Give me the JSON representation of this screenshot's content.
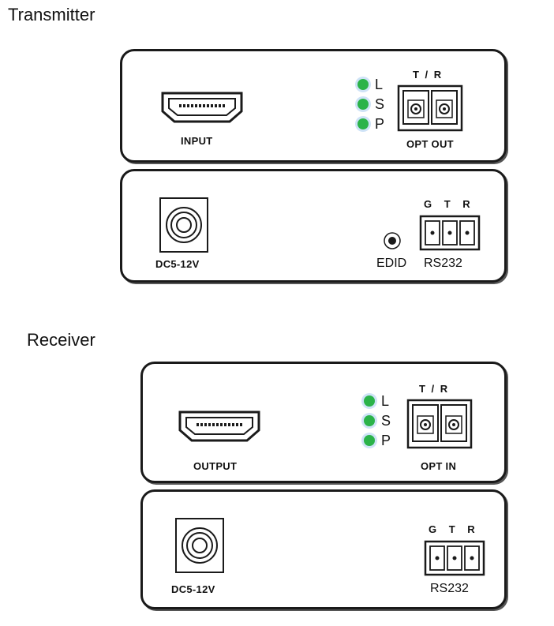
{
  "transmitter": {
    "title": "Transmitter",
    "front": {
      "hdmi_label": "INPUT",
      "leds": [
        "L",
        "S",
        "P"
      ],
      "fiber_top_label": "T / R",
      "fiber_label": "OPT OUT"
    },
    "rear": {
      "power_label": "DC5-12V",
      "edid_label": "EDID",
      "terminal_pins": "G  T  R",
      "rs232_label": "RS232"
    }
  },
  "receiver": {
    "title": "Receiver",
    "front": {
      "hdmi_label": "OUTPUT",
      "leds": [
        "L",
        "S",
        "P"
      ],
      "fiber_top_label": "T / R",
      "fiber_label": "OPT IN"
    },
    "rear": {
      "power_label": "DC5-12V",
      "terminal_pins": "G  T  R",
      "rs232_label": "RS232"
    }
  },
  "colors": {
    "led": "#2bb34a",
    "led_halo": "#cfe3f7",
    "outline": "#1a1a1a"
  }
}
